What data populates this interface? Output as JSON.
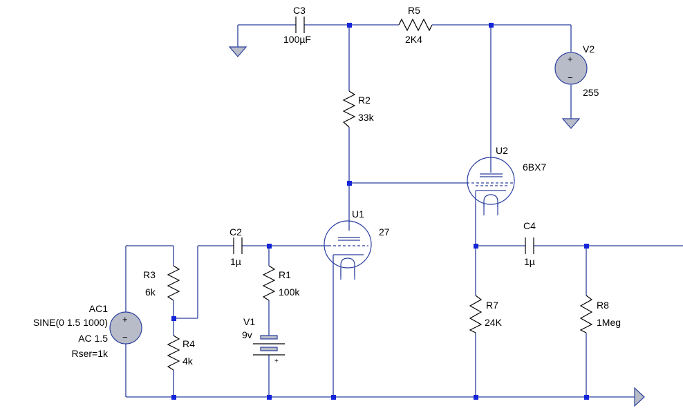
{
  "components": {
    "c3": {
      "name": "C3",
      "value": "100µF"
    },
    "r5": {
      "name": "R5",
      "value": "2K4"
    },
    "v2": {
      "name": "V2",
      "value": "255"
    },
    "r2": {
      "name": "R2",
      "value": "33k"
    },
    "u2": {
      "name": "U2",
      "value": "6BX7"
    },
    "u1": {
      "name": "U1",
      "value": "27"
    },
    "c2": {
      "name": "C2",
      "value": "1µ"
    },
    "r1": {
      "name": "R1",
      "value": "100k"
    },
    "r3": {
      "name": "R3",
      "value": "6k"
    },
    "r4": {
      "name": "R4",
      "value": "4k"
    },
    "v1": {
      "name": "V1",
      "value": "9v"
    },
    "c4": {
      "name": "C4",
      "value": "1µ"
    },
    "r7": {
      "name": "R7",
      "value": "24K"
    },
    "r8": {
      "name": "R8",
      "value": "1Meg"
    },
    "ac1": {
      "name": "AC1",
      "line1": "SINE(0 1.5 1000)",
      "line2": "AC 1.5",
      "line3": "Rser=1k"
    }
  },
  "symbols": {
    "plus": "+",
    "minus": "−"
  },
  "colors": {
    "wire": "#2b3f9e",
    "node": "#1525d9",
    "fill": "#b8bcc8",
    "component": "#000000"
  }
}
